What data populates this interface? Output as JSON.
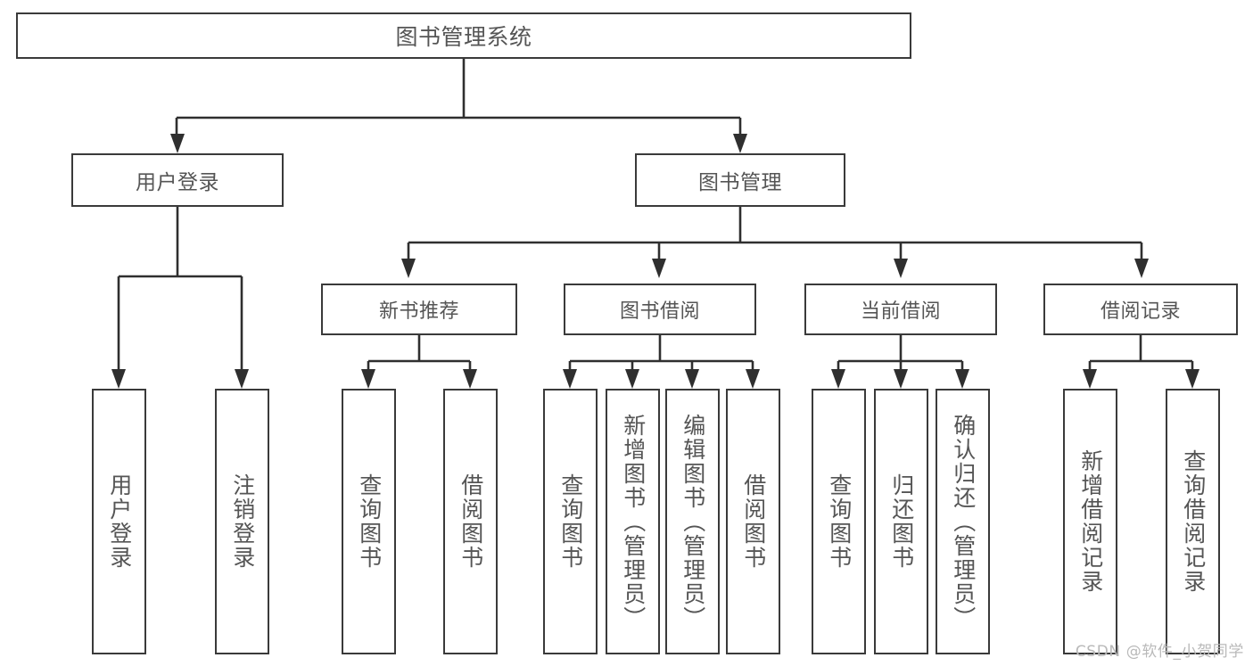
{
  "diagram": {
    "title": "图书管理系统",
    "type": "hierarchy-tree",
    "watermark": "CSDN @软件_小贺同学",
    "colors": {
      "box_border": "#3a3a3a",
      "box_fill": "#ffffff",
      "text": "#555555",
      "connector": "#2f2f2f",
      "watermark": "#b9b9b9"
    },
    "root": {
      "label": "图书管理系统"
    },
    "level1": [
      {
        "label": "用户登录"
      },
      {
        "label": "图书管理"
      }
    ],
    "level2": [
      {
        "label": "新书推荐"
      },
      {
        "label": "图书借阅"
      },
      {
        "label": "当前借阅"
      },
      {
        "label": "借阅记录"
      }
    ],
    "leaves": {
      "user_login": [
        {
          "label": "用户登录"
        },
        {
          "label": "注销登录"
        }
      ],
      "new_book_recommend": [
        {
          "label": "查询图书"
        },
        {
          "label": "借阅图书"
        }
      ],
      "book_borrow": [
        {
          "label": "查询图书"
        },
        {
          "label": "新增图书（管理员）"
        },
        {
          "label": "编辑图书（管理员）"
        },
        {
          "label": "借阅图书"
        }
      ],
      "current_borrow": [
        {
          "label": "查询图书"
        },
        {
          "label": "归还图书"
        },
        {
          "label": "确认归还（管理员）"
        }
      ],
      "borrow_record": [
        {
          "label": "新增借阅记录"
        },
        {
          "label": "查询借阅记录"
        }
      ]
    }
  }
}
